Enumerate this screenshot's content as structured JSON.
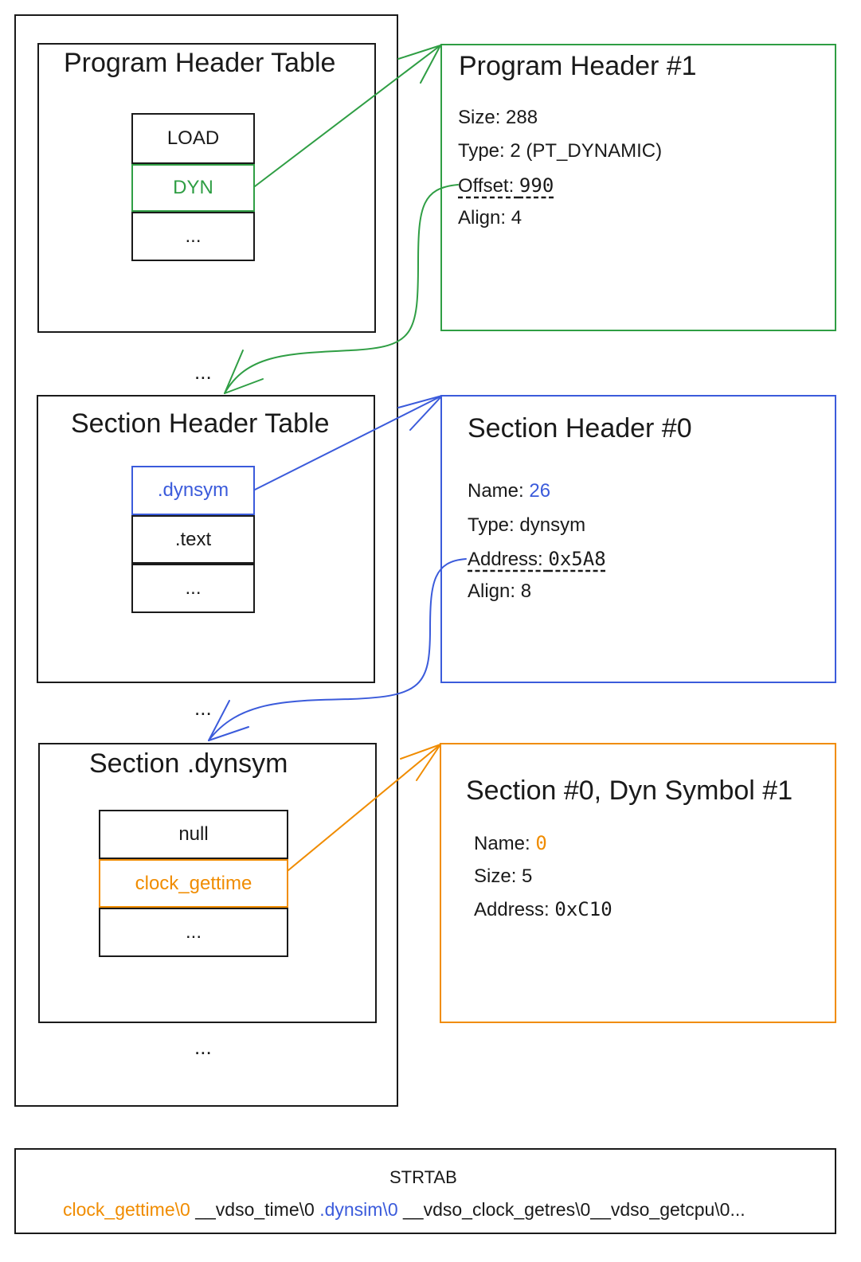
{
  "colors": {
    "green": "#2f9e44",
    "blue": "#3b5bdb",
    "orange": "#f08c00",
    "ink": "#1a1a1a"
  },
  "program_header_table": {
    "title": "Program Header Table",
    "rows": [
      "LOAD",
      "DYN",
      "..."
    ]
  },
  "gap_ellipsis_1": "...",
  "section_header_table": {
    "title": "Section Header Table",
    "rows": [
      ".dynsym",
      ".text",
      "..."
    ]
  },
  "gap_ellipsis_2": "...",
  "section_dynsym": {
    "title": "Section .dynsym",
    "rows": [
      "null",
      "clock_gettime",
      "..."
    ]
  },
  "gap_ellipsis_3": "...",
  "program_header_1": {
    "title": "Program Header #1",
    "size_label": "Size: ",
    "size_value": "288",
    "type_label": "Type: ",
    "type_value": "2 (PT_DYNAMIC)",
    "offset_label": "Offset: ",
    "offset_value": "990",
    "align_label": "Align: ",
    "align_value": "4"
  },
  "section_header_0": {
    "title": "Section Header #0",
    "name_label": "Name: ",
    "name_value": "26",
    "type_label": "Type: ",
    "type_value": "dynsym",
    "address_label": "Address: ",
    "address_value": "0x5A8",
    "align_label": "Align: ",
    "align_value": "8"
  },
  "dyn_symbol_1": {
    "title": "Section #0, Dyn Symbol #1",
    "name_label": "Name: ",
    "name_value": "0",
    "size_label": "Size: ",
    "size_value": "5",
    "address_label": "Address: ",
    "address_value": "0xC10"
  },
  "strtab": {
    "title": "STRTAB",
    "seg1": "clock_gettime\\0",
    "seg2": " __vdso_time\\0 ",
    "seg3": ".dynsim\\0",
    "seg4": " __vdso_clock_getres\\0__vdso_getcpu\\0..."
  }
}
